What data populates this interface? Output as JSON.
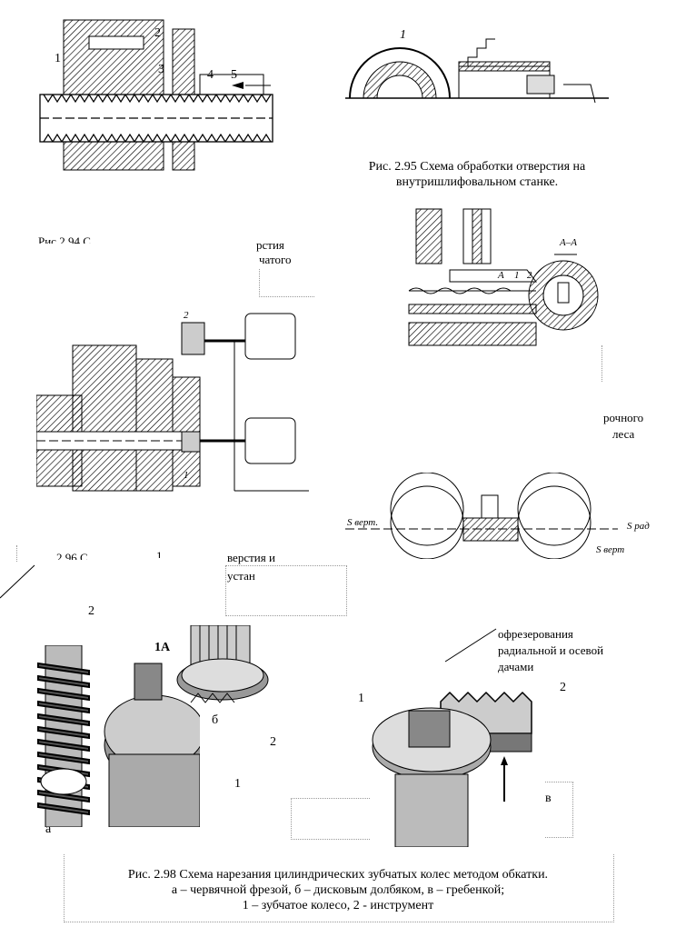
{
  "captions": {
    "fig_2_95": [
      "Рис. 2.95 Схема обработки отверстия на",
      "внутришлифовальном станке."
    ],
    "fig_2_98": [
      "Рис. 2.98 Схема нарезания цилиндрических зубчатых колес методом обкатки.",
      "а – червячной фрезой, б – дисковым долбяком, в – гребенкой;",
      "1 – зубчатое колесо, 2 - инструмент"
    ]
  },
  "fragments": {
    "left_top": [
      "Рис 2.94 С",
      "рстия",
      "чатого"
    ],
    "right_mid": [
      "рочного",
      "леса"
    ],
    "left_mid": [
      "2.96 С",
      "1",
      "верстия и",
      "устан"
    ],
    "right_lower": [
      "офрезерования",
      "радиальной и осевой",
      "дачами"
    ]
  },
  "labels": {
    "fig94": [
      "1",
      "2",
      "3",
      "4",
      "5"
    ],
    "fig95": [
      "1"
    ],
    "fig97": [
      "A",
      "1",
      "2",
      "A–A"
    ],
    "fig96": [
      "2",
      "1"
    ],
    "fig99": [
      "S верт.",
      "S рад",
      "S верт"
    ],
    "loose": [
      "2",
      "1",
      "2",
      "2",
      "1"
    ],
    "fig98": [
      "а",
      "б",
      "в",
      "1А"
    ]
  }
}
